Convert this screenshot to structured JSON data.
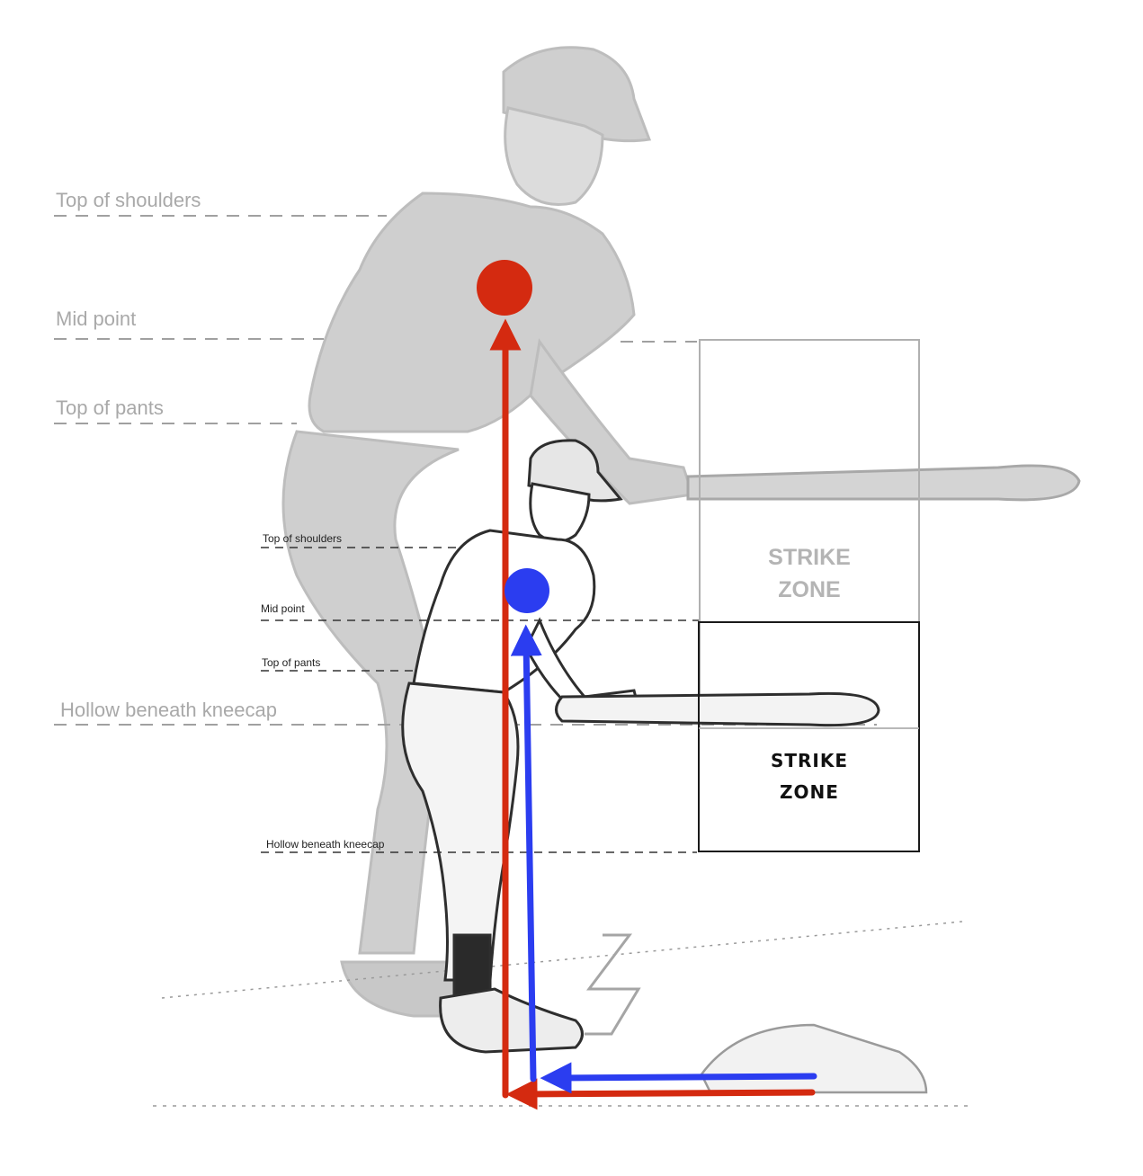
{
  "back_batter": {
    "labels": {
      "top_of_shoulders": "Top of shoulders",
      "mid_point": "Mid point",
      "top_of_pants": "Top of pants",
      "hollow_beneath_kneecap": "Hollow beneath kneecap"
    },
    "strike_zone": {
      "line1": "STRIKE",
      "line2": "ZONE"
    }
  },
  "front_batter": {
    "labels": {
      "top_of_shoulders": "Top of shoulders",
      "mid_point": "Mid point",
      "top_of_pants": "Top of pants",
      "hollow_beneath_kneecap": "Hollow beneath kneecap"
    },
    "strike_zone": {
      "line1": "STRIKE",
      "line2": "ZONE"
    }
  },
  "colors": {
    "red_arrow": "#d42a10",
    "blue_arrow": "#2b3df0",
    "back_figure": "#c4c4c4",
    "front_figure": "#3a3a3a"
  },
  "icons": [
    "baseball-batter-illustration",
    "home-plate",
    "bat"
  ]
}
